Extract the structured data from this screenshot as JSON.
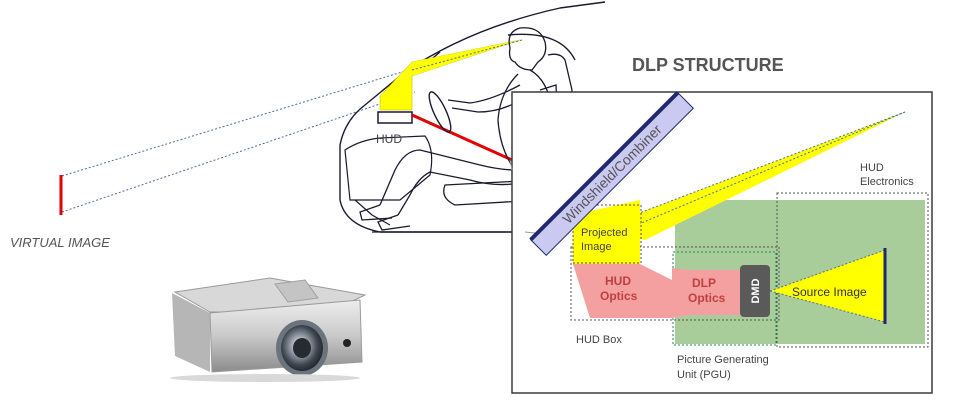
{
  "title": "DLP STRUCTURE",
  "labels": {
    "virtual_image": "VIRTUAL IMAGE",
    "hud": "HUD",
    "windshield": "Windshield/Combiner",
    "projected_image_line1": "Projected",
    "projected_image_line2": "Image",
    "hud_electronics_line1": "HUD",
    "hud_electronics_line2": "Electronics",
    "hud_optics_line1": "HUD",
    "hud_optics_line2": "Optics",
    "dlp_optics_line1": "DLP",
    "dlp_optics_line2": "Optics",
    "dmd": "DMD",
    "source_image": "Source Image",
    "hud_box": "HUD Box",
    "pgu_line1": "Picture Generating",
    "pgu_line2": "Unit (PGU)"
  },
  "colors": {
    "beam": "#ffff00",
    "optics": "#f4a0a0",
    "electronics": "#a9cc9b",
    "windshield_fill": "#c9c9f2",
    "windshield_border": "#1f2a6b",
    "virtual_image": "#e30000",
    "steering": "#e30000",
    "dmd": "#5a5a5a",
    "frame": "#3a3a3a",
    "title": "#555555"
  }
}
